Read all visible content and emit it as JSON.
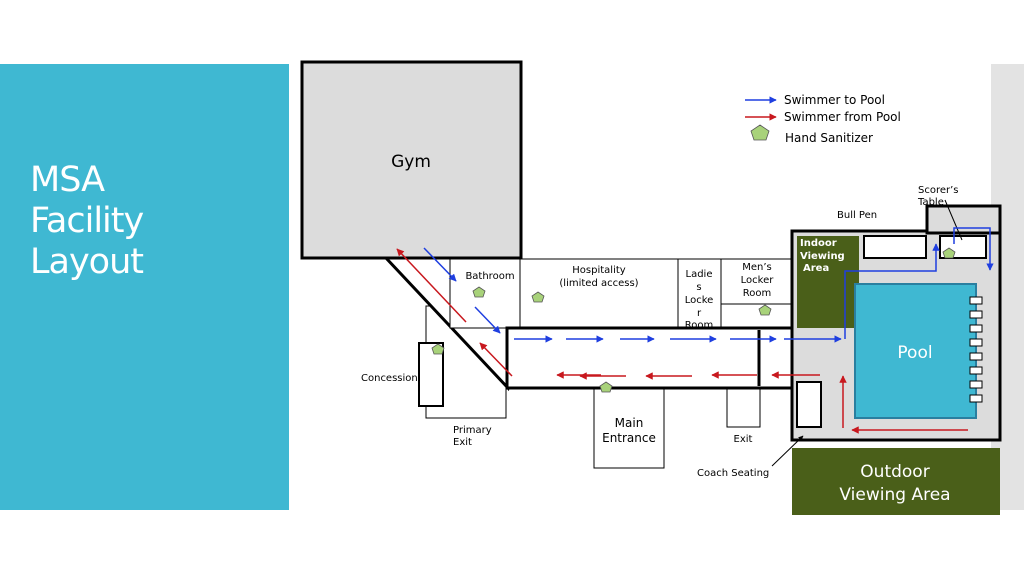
{
  "slide": {
    "title": "MSA\nFacility\nLayout"
  },
  "legend": {
    "swimmer_to_pool": "Swimmer to Pool",
    "swimmer_from_pool": "Swimmer from Pool",
    "hand_sanitizer": "Hand Sanitizer"
  },
  "rooms": {
    "gym": "Gym",
    "bathroom": "Bathroom",
    "hospitality_1": "Hospitality",
    "hospitality_2": "(limited access)",
    "ladies_1": "Ladie",
    "ladies_2": "s",
    "ladies_3": "Locke",
    "ladies_4": "r",
    "ladies_5": "Room",
    "mens_1": "Men’s",
    "mens_2": "Locker",
    "mens_3": "Room",
    "concession": "Concession",
    "primary_exit_1": "Primary",
    "primary_exit_2": "Exit",
    "main_entrance_1": "Main",
    "main_entrance_2": "Entrance",
    "exit": "Exit",
    "coach_seating": "Coach Seating",
    "bull_pen": "Bull Pen",
    "scorers_table_1": "Scorer’s",
    "scorers_table_2": "Table",
    "indoor_viewing_1": "Indoor",
    "indoor_viewing_2": "Viewing",
    "indoor_viewing_3": "Area",
    "pool": "Pool",
    "outdoor_viewing_1": "Outdoor",
    "outdoor_viewing_2": "Viewing Area"
  },
  "colors": {
    "accent_panel": "#3fb8d2",
    "to_pool_arrow": "#1f3fe0",
    "from_pool_arrow": "#c8181e",
    "sanitizer": "#a8d27a",
    "pool_water": "#3fb8d2",
    "viewing_green": "#4a5f19",
    "room_gray": "#dcdcdc"
  }
}
